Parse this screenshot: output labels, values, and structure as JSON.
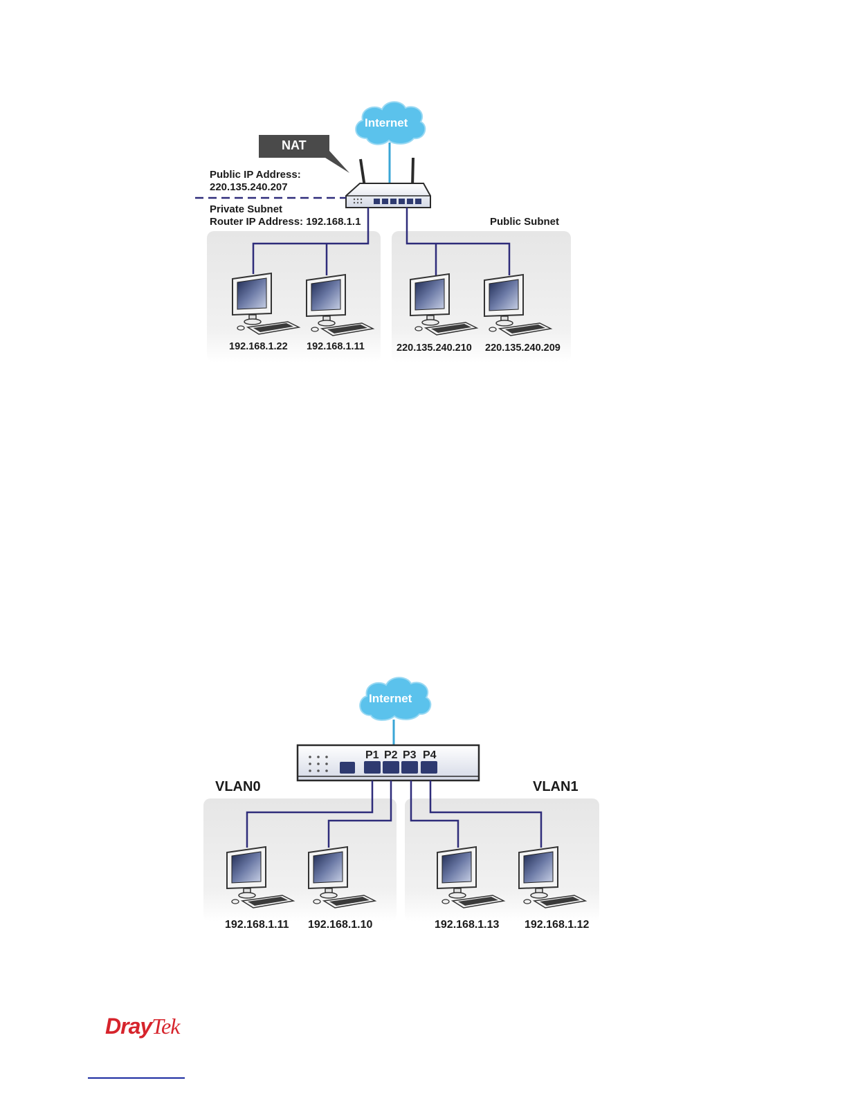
{
  "diagram1": {
    "internet_label": "Internet",
    "nat_label": "NAT",
    "public_ip_line1": "Public IP Address:",
    "public_ip_line2": "220.135.240.207",
    "private_subnet": "Private Subnet",
    "router_ip": "Router IP Address: 192.168.1.1",
    "public_subnet": "Public Subnet",
    "hosts": [
      "192.168.1.22",
      "192.168.1.11",
      "220.135.240.210",
      "220.135.240.209"
    ]
  },
  "diagram2": {
    "internet_label": "Internet",
    "ports": [
      "P1",
      "P2",
      "P3",
      "P4"
    ],
    "vlan0": "VLAN0",
    "vlan1": "VLAN1",
    "hosts": [
      "192.168.1.11",
      "192.168.1.10",
      "192.168.1.13",
      "192.168.1.12"
    ]
  },
  "footer": {
    "logo_part1": "Dray",
    "logo_part2": "Tek",
    "icons": [
      "cloud-icon",
      "router-icon",
      "switch-icon",
      "computer-icon"
    ],
    "colors": {
      "cloud": "#5bc2ec",
      "line": "#2e2c7a",
      "nat_bubble": "#4a4a4a",
      "logo": "#d6242c",
      "panel": "#ececec"
    }
  }
}
